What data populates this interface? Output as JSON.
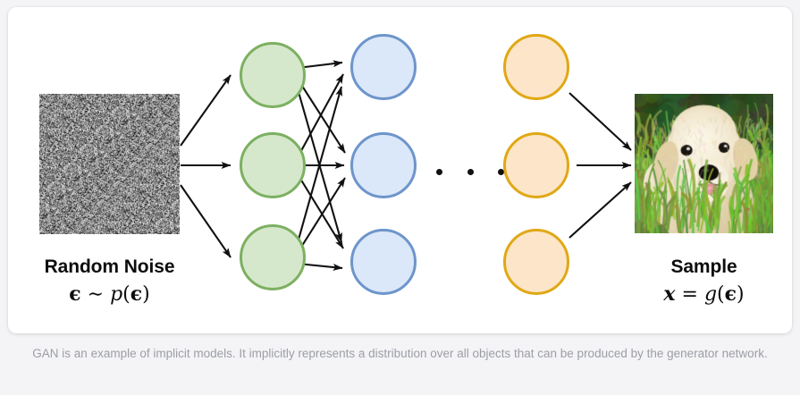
{
  "card": {
    "figure": {
      "input": {
        "image_name": "random-noise-image",
        "title": "Random Noise",
        "math_parts": {
          "symbol": "ϵ",
          "relation": "∼",
          "func": "p",
          "open": "(",
          "arg": "ϵ",
          "close": ")"
        },
        "math_plain": "ϵ ∼ p(ϵ)"
      },
      "output": {
        "image_name": "golden-retriever-puppy-photo",
        "title": "Sample",
        "math_parts": {
          "symbol": "x",
          "relation": "=",
          "func": "g",
          "open": "(",
          "arg": "ϵ",
          "close": ")"
        },
        "math_plain": "x = g(ϵ)"
      },
      "layers": [
        {
          "name": "hidden-layer-1",
          "color": "#d6e8cc",
          "border": "#7cb061",
          "node_count": 3
        },
        {
          "name": "hidden-layer-2",
          "color": "#dbe8f9",
          "border": "#6e95cb",
          "node_count": 3
        },
        {
          "name": "hidden-layer-n",
          "color": "#fce5c8",
          "border": "#e0a815",
          "node_count": 3
        }
      ],
      "ellipsis": {
        "name": "layer-ellipsis",
        "dots": 3
      },
      "edge_color": "#111111"
    },
    "caption": "GAN is an example of implicit models. It implicitly represents a distribution over all objects that can be produced by the generator network."
  },
  "colors": {
    "page_background": "#f4f4f6",
    "card_background": "#ffffff",
    "caption_text": "#9c9ea6",
    "label_text": "#0d0d0d"
  }
}
